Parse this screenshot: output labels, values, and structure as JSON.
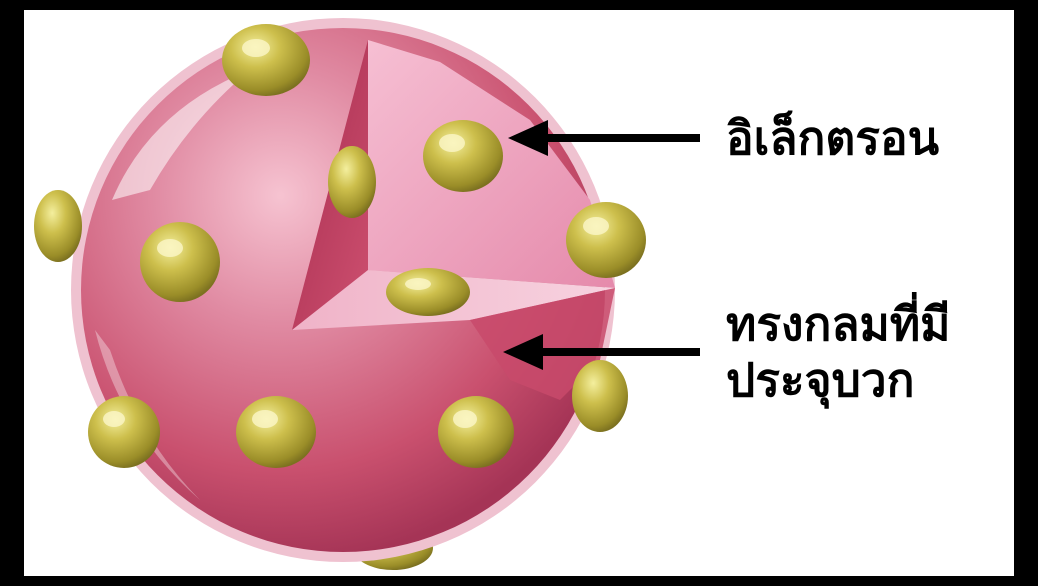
{
  "labels": {
    "electron": "อิเล็กตรอน",
    "sphere_line1": "ทรงกลมที่มี",
    "sphere_line2": "ประจุบวก"
  },
  "colors": {
    "background": "#000000",
    "panel": "#ffffff",
    "sphere": "#d76b86",
    "sphere_cut": "#ee9dbb",
    "electron": "#b0a53a",
    "arrow": "#000000"
  }
}
